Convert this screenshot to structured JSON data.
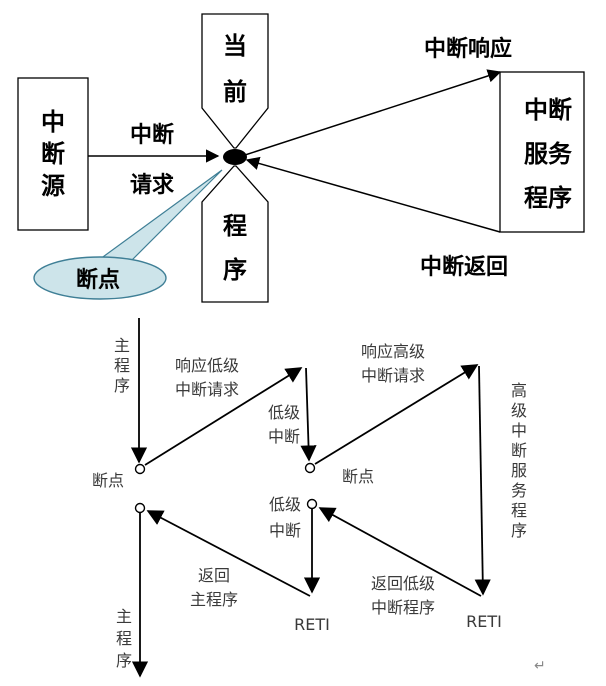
{
  "top": {
    "source_box": [
      "中",
      "断",
      "源"
    ],
    "request_label": [
      "中断",
      "请求"
    ],
    "current_prog_top": [
      "当",
      "前"
    ],
    "current_prog_bottom": [
      "程",
      "序"
    ],
    "breakpoint_bubble": "断点",
    "response_label": "中断响应",
    "service_box": [
      "中断",
      "服务",
      "程序"
    ],
    "return_label": "中断返回"
  },
  "bottom": {
    "main_prog_top": [
      "主",
      "程",
      "序"
    ],
    "resp_low": [
      "响应低级",
      "中断请求"
    ],
    "low_int_upper": [
      "低级",
      "中断"
    ],
    "resp_high": [
      "响应高级",
      "中断请求"
    ],
    "high_service": [
      "高",
      "级",
      "中",
      "断",
      "服",
      "务",
      "程",
      "序"
    ],
    "bp_left": "断点",
    "bp_mid": "断点",
    "low_int_lower": [
      "低级",
      "中断"
    ],
    "return_main": [
      "返回",
      "主程序"
    ],
    "return_low": [
      "返回低级",
      "中断程序"
    ],
    "reti_left": "RETI",
    "reti_right": "RETI",
    "main_prog_bottom": [
      "主",
      "程",
      "序"
    ],
    "return_mark": "↵"
  }
}
